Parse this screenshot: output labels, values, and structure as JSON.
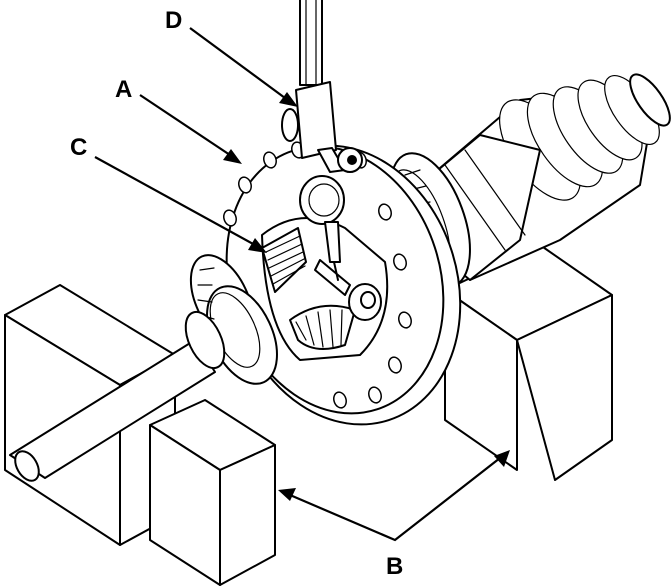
{
  "callouts": {
    "a": "A",
    "b": "B",
    "c": "C",
    "d": "D"
  },
  "colors": {
    "line": "#000000",
    "background": "#ffffff"
  },
  "parts": {
    "a": "differential-carrier-flange",
    "b": "support-blocks",
    "c": "pinion-gear",
    "d": "dial-indicator"
  }
}
